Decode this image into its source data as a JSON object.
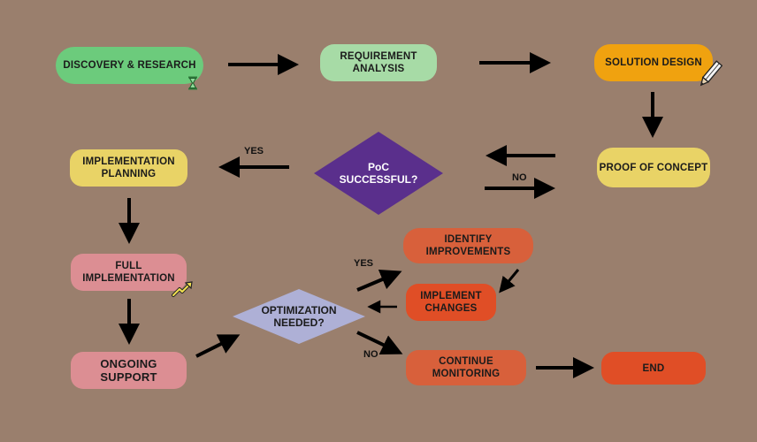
{
  "nodes": {
    "discovery": "DISCOVERY & RESEARCH",
    "requirement": "REQUIREMENT\nANALYSIS",
    "solution": "SOLUTION DESIGN",
    "poc": "PROOF OF CONCEPT",
    "poc_decision": "PoC\nSUCCESSFUL?",
    "impl_planning": "IMPLEMENTATION\nPLANNING",
    "full_impl": "FULL\nIMPLEMENTATION",
    "ongoing": "ONGOING\nSUPPORT",
    "opt_decision": "OPTIMIZATION\nNEEDED?",
    "identify": "IDENTIFY\nIMPROVEMENTS",
    "implement_changes": "IMPLEMENT\nCHANGES",
    "continue": "CONTINUE\nMONITORING",
    "end": "END"
  },
  "edge_labels": {
    "poc_yes": "YES",
    "poc_no": "NO",
    "opt_yes": "YES",
    "opt_no": "NO"
  },
  "colors": {
    "background": "#9a7f6d",
    "green": "#6ccb7c",
    "light_green": "#a7dba6",
    "orange": "#f0a20f",
    "yellow": "#e9d366",
    "pink": "#dc8e93",
    "orange_red": "#d8603b",
    "red": "#e04e26",
    "purple": "#5a2f8c",
    "lavender": "#aeb0d6"
  },
  "icons": [
    "hourglass-icon",
    "pencil-icon",
    "trend-arrow-icon"
  ]
}
